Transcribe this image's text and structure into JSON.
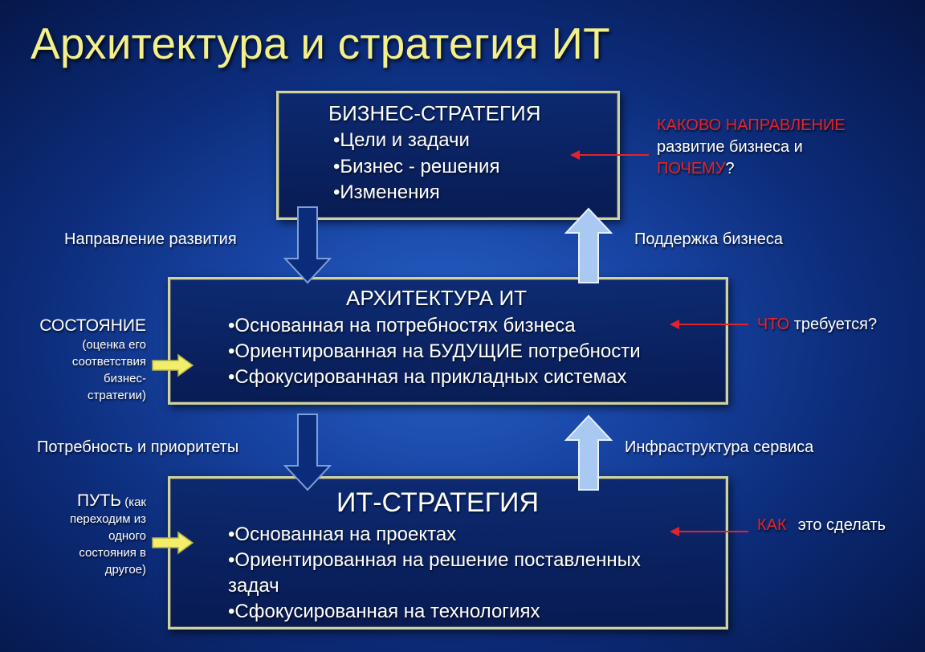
{
  "title": "Архитектура и стратегия ИТ",
  "boxes": {
    "business": {
      "title": "БИЗНЕС-СТРАТЕГИЯ",
      "items": [
        "•Цели и задачи",
        "•Бизнес - решения",
        "•Изменения"
      ]
    },
    "architecture": {
      "title": "АРХИТЕКТУРА ИТ",
      "items": [
        "•Основанная на потребностях бизнеса",
        "•Ориентированная на БУДУЩИЕ потребности",
        "•Сфокусированная на прикладных системах"
      ]
    },
    "it_strategy": {
      "title": "ИТ-СТРАТЕГИЯ",
      "items": [
        "•Основанная на проектах",
        "•Ориентированная на решение поставленных",
        "задач",
        "•Сфокусированная на технологиях"
      ]
    }
  },
  "connectors": {
    "direction": "Направление развития",
    "support": "Поддержка бизнеса",
    "needs": "Потребность и приоритеты",
    "infrastructure": "Инфраструктура сервиса"
  },
  "right_notes": {
    "top": {
      "line1": "КАКОВО НАПРАВЛЕНИЕ",
      "line2": "развитие бизнеса и",
      "line3_red": "ПОЧЕМУ",
      "line3_tail": "?"
    },
    "middle": {
      "red": "ЧТО",
      "tail": " требуется?"
    },
    "bottom": {
      "red": "КАК",
      "tail": "это сделать"
    }
  },
  "left_notes": {
    "state": {
      "head": "СОСТОЯНИЕ",
      "lines": [
        "(оценка его",
        "соответствия",
        "бизнес-",
        "стратегии)"
      ]
    },
    "path": {
      "head": "ПУТЬ",
      "head_tail": "(как",
      "lines": [
        "переходим из",
        "одного",
        "состояния в",
        "другое)"
      ]
    }
  },
  "colors": {
    "title": "#f3f08a",
    "accent_red": "#e2242a",
    "down_arrow": "#0b2c7a",
    "up_arrow": "#a9c8f2",
    "side_arrow": "#f2ee6a",
    "box_border": "#cfd3a0"
  }
}
